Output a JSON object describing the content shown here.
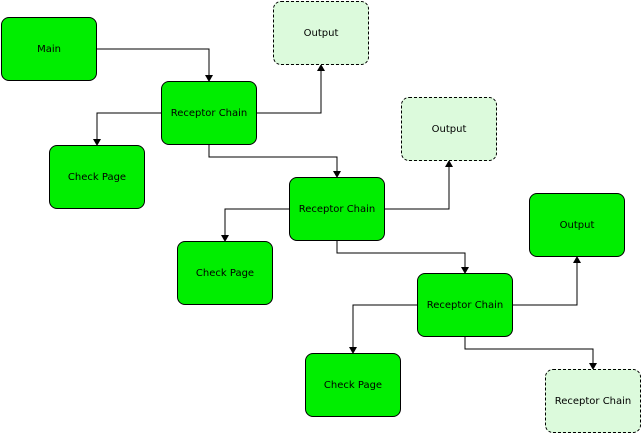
{
  "colors": {
    "node_fill": "#00ee00",
    "node_fill_dashed": "#dcfadc",
    "border": "#000000",
    "edge": "#000000",
    "background": "#ffffff"
  },
  "nodes": {
    "main": {
      "label": "Main",
      "style": "solid"
    },
    "receptor_chain_1": {
      "label": "Receptor Chain",
      "style": "solid"
    },
    "output_1": {
      "label": "Output",
      "style": "dashed"
    },
    "check_page_1": {
      "label": "Check Page",
      "style": "solid"
    },
    "receptor_chain_2": {
      "label": "Receptor Chain",
      "style": "solid"
    },
    "output_2": {
      "label": "Output",
      "style": "dashed"
    },
    "check_page_2": {
      "label": "Check Page",
      "style": "solid"
    },
    "receptor_chain_3": {
      "label": "Receptor Chain",
      "style": "solid"
    },
    "output_3": {
      "label": "Output",
      "style": "solid"
    },
    "check_page_3": {
      "label": "Check Page",
      "style": "solid"
    },
    "receptor_chain_4": {
      "label": "Receptor Chain",
      "style": "dashed"
    }
  },
  "edges": [
    {
      "from": "main",
      "to": "receptor_chain_1"
    },
    {
      "from": "receptor_chain_1",
      "to": "output_1"
    },
    {
      "from": "receptor_chain_1",
      "to": "check_page_1"
    },
    {
      "from": "receptor_chain_1",
      "to": "receptor_chain_2"
    },
    {
      "from": "receptor_chain_2",
      "to": "output_2"
    },
    {
      "from": "receptor_chain_2",
      "to": "check_page_2"
    },
    {
      "from": "receptor_chain_2",
      "to": "receptor_chain_3"
    },
    {
      "from": "receptor_chain_3",
      "to": "output_3"
    },
    {
      "from": "receptor_chain_3",
      "to": "check_page_3"
    },
    {
      "from": "receptor_chain_3",
      "to": "receptor_chain_4"
    }
  ]
}
